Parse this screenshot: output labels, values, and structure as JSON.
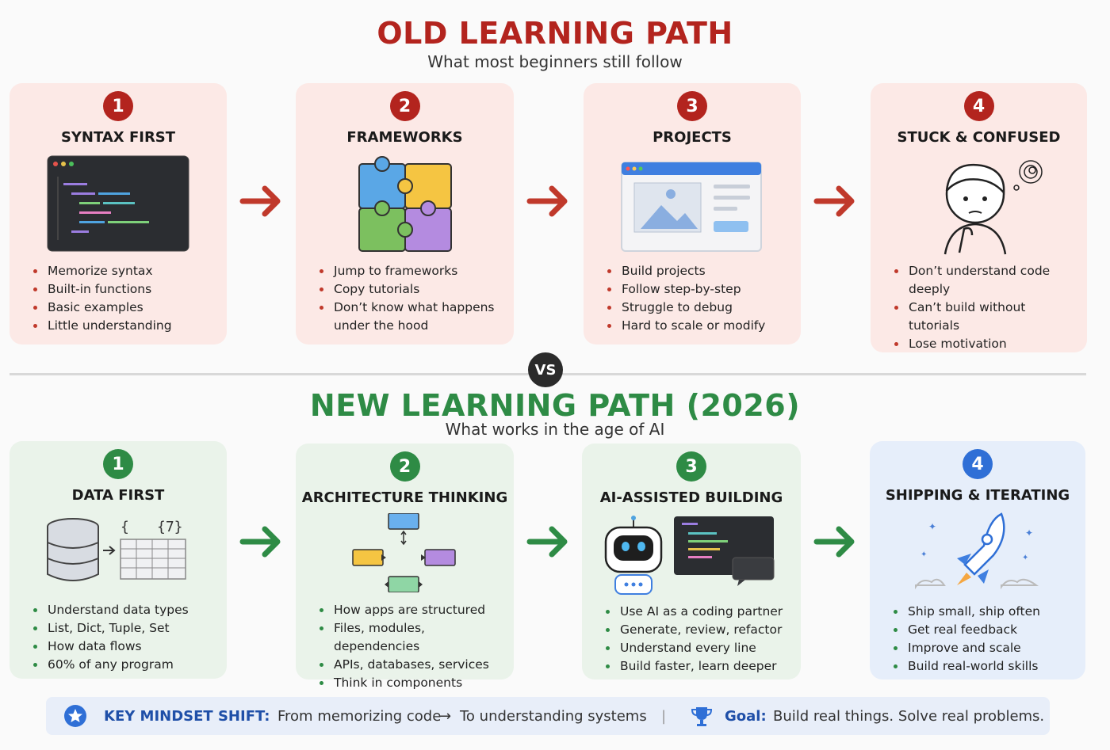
{
  "old_path": {
    "title": "OLD LEARNING PATH",
    "subtitle": "What most beginners still follow",
    "cards": [
      {
        "number": "1",
        "title": "SYNTAX FIRST",
        "icon": "code-editor-icon",
        "bullets": [
          "Memorize syntax",
          "Built-in functions",
          "Basic examples",
          "Little understanding"
        ]
      },
      {
        "number": "2",
        "title": "FRAMEWORKS",
        "icon": "puzzle-icon",
        "bullets": [
          "Jump to frameworks",
          "Copy tutorials",
          "Don’t know what happens under the hood"
        ]
      },
      {
        "number": "3",
        "title": "PROJECTS",
        "icon": "browser-window-icon",
        "bullets": [
          "Build projects",
          "Follow step-by-step",
          "Struggle to debug",
          "Hard to scale or modify"
        ]
      },
      {
        "number": "4",
        "title": "STUCK & CONFUSED",
        "icon": "confused-person-icon",
        "bullets": [
          "Don’t understand code deeply",
          "Can’t build without tutorials",
          "Lose motivation"
        ]
      }
    ]
  },
  "vs_label": "VS",
  "new_path": {
    "title": "NEW LEARNING PATH (2026)",
    "subtitle": "What works in the age of AI",
    "cards": [
      {
        "number": "1",
        "title": "DATA FIRST",
        "icon": "database-icon",
        "bullets": [
          "Understand data types",
          "List, Dict, Tuple, Set",
          "How data flows",
          "60% of any program"
        ]
      },
      {
        "number": "2",
        "title": "ARCHITECTURE THINKING",
        "icon": "architecture-diagram-icon",
        "bullets": [
          "How apps are structured",
          "Files, modules, dependencies",
          "APIs, databases, services",
          "Think in components"
        ]
      },
      {
        "number": "3",
        "title": "AI-ASSISTED BUILDING",
        "icon": "robot-icon",
        "bullets": [
          "Use AI as a coding partner",
          "Generate, review, refactor",
          "Understand every line",
          "Build faster, learn deeper"
        ]
      },
      {
        "number": "4",
        "title": "SHIPPING & ITERATING",
        "icon": "rocket-icon",
        "bullets": [
          "Ship small, ship often",
          "Get real feedback",
          "Improve and scale",
          "Build real-world skills"
        ]
      }
    ]
  },
  "footer": {
    "mindset_label": "KEY MINDSET SHIFT:",
    "mindset_from": "From memorizing code",
    "mindset_arrow": "→",
    "mindset_to": "To understanding systems",
    "separator": "|",
    "goal_label": "Goal:",
    "goal_text": "Build real things. Solve real problems."
  },
  "colors": {
    "old_accent": "#b3241e",
    "new_accent": "#2e8b45",
    "blue_accent": "#2f6fd6"
  }
}
